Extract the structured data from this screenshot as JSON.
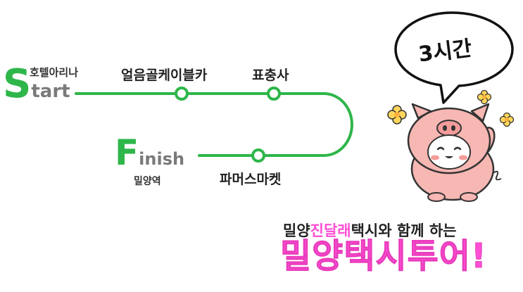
{
  "start": {
    "letter": "S",
    "rest": "tart",
    "place": "호텔아리나"
  },
  "finish": {
    "letter": "F",
    "rest": "inish",
    "place": "밀양역"
  },
  "stops": [
    {
      "label": "얼음골케이블카"
    },
    {
      "label": "표충사"
    },
    {
      "label": "파머스마켓"
    }
  ],
  "bubble": {
    "duration": "3시간"
  },
  "headline": {
    "part1": "밀양",
    "part2": "진달래",
    "part3": "택시와 함께 하는"
  },
  "title": "밀양택시투어!",
  "colors": {
    "route_green": "#2eb64a",
    "title_pink": "#ff4fd3",
    "pig_pink": "#f7b7b3",
    "flower_yellow": "#ffd65a"
  }
}
